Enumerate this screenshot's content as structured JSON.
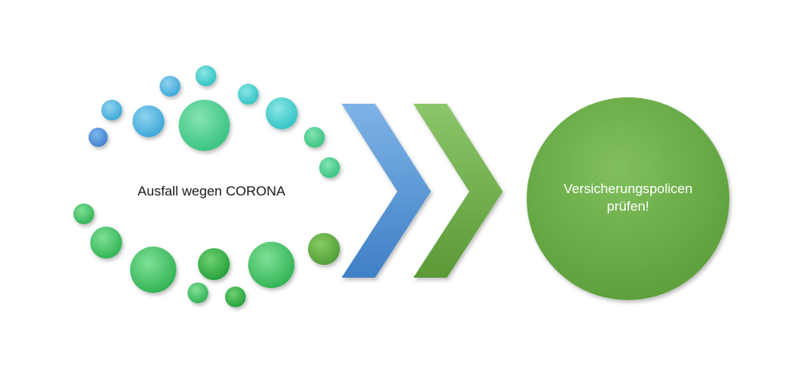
{
  "diagram": {
    "source_label": "Ausfall wegen CORONA",
    "target_label_line1": "Versicherungspolicen",
    "target_label_line2": "prüfen!",
    "colors": {
      "blue": "#4a90d9",
      "teal": "#40c8c8",
      "green": "#3cbf5a",
      "arrow_blue": "#5b9bd5",
      "arrow_green": "#70ad47",
      "circle_green": "#6aab45"
    }
  }
}
